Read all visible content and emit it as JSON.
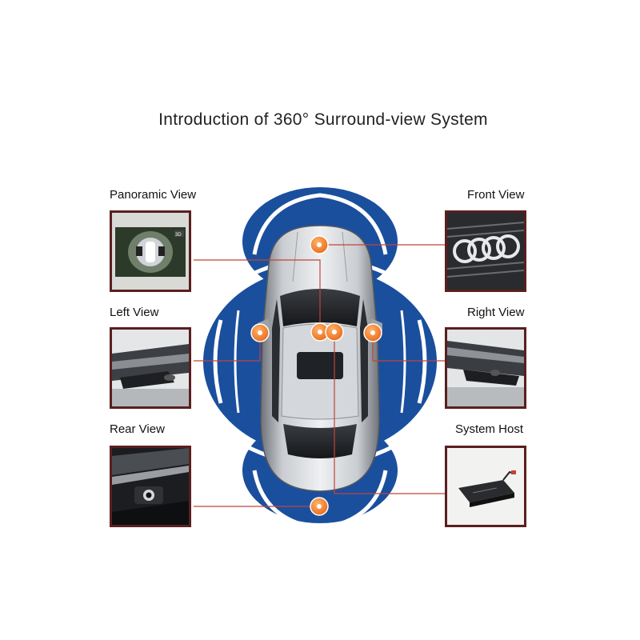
{
  "title": "Introduction of 360° Surround-view System",
  "panels": {
    "panoramic": {
      "label": "Panoramic View",
      "badge": "3D"
    },
    "front": {
      "label": "Front View"
    },
    "left": {
      "label": "Left View"
    },
    "right": {
      "label": "Right View"
    },
    "rear": {
      "label": "Rear View"
    },
    "host": {
      "label": "System Host"
    }
  },
  "colors": {
    "ring_blue": "#1a4f9e",
    "marker_orange": "#f07a22",
    "connector_line": "#c0443a",
    "frame": "#5a1f1f"
  },
  "icons": {
    "car": "car-top-view-icon",
    "marker": "camera-position-marker"
  }
}
